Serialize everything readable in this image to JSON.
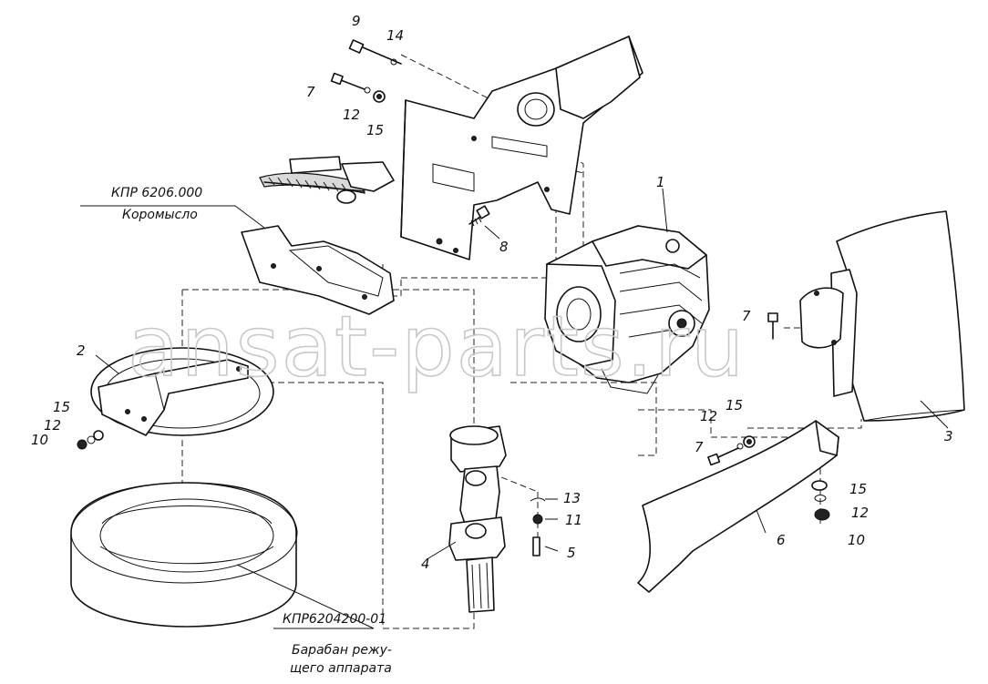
{
  "watermark": "ansat-parts.ru",
  "assemblies": {
    "rocker": {
      "code": "КПР 6206.000",
      "name": "Коромысло"
    },
    "drum": {
      "code": "КПР6204200-01",
      "name_line1": "Барабан режу-",
      "name_line2": "щего аппарата"
    }
  },
  "callouts": {
    "n1": "1",
    "n2": "2",
    "n3": "3",
    "n4": "4",
    "n5": "5",
    "n6": "6",
    "n7a": "7",
    "n7b": "7",
    "n7c": "7",
    "n8": "8",
    "n9": "9",
    "n10a": "10",
    "n10b": "10",
    "n11": "11",
    "n12a": "12",
    "n12b": "12",
    "n12c": "12",
    "n12d": "12",
    "n13": "13",
    "n14": "14",
    "n15a": "15",
    "n15b": "15",
    "n15c": "15",
    "n15d": "15"
  }
}
